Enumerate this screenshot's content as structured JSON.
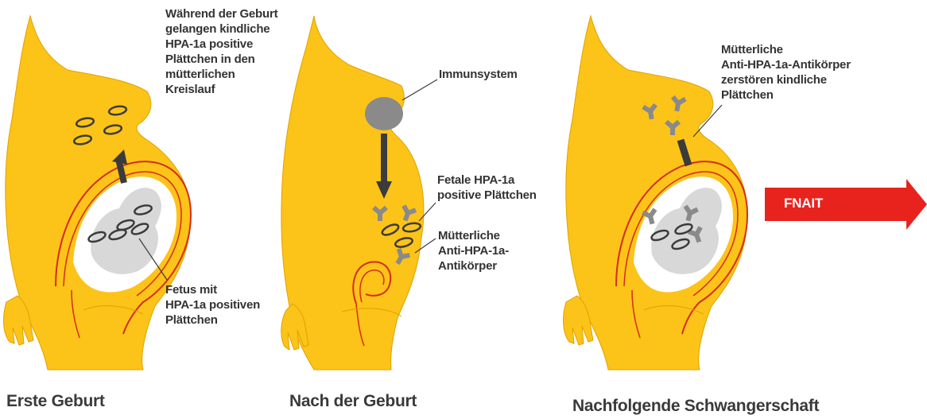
{
  "colors": {
    "body": "#fcc319",
    "body_stroke": "#e0a200",
    "uterus_line": "#d42c1e",
    "platelet": "#3b3b3b",
    "antibody": "#8a8a8a",
    "arrow": "#3b3b3b",
    "fnait_arrow": "#e8231e",
    "fetus": "#d8d8d8"
  },
  "panels": {
    "first": {
      "caption": "Erste Geburt",
      "label_top": [
        "Während der Geburt",
        "gelangen kindliche",
        "HPA-1a positive",
        "Plättchen in den",
        "mütterlichen",
        "Kreislauf"
      ],
      "label_bottom": [
        "Fetus mit",
        "HPA-1a positiven",
        "Plättchen"
      ]
    },
    "second": {
      "caption": "Nach der Geburt",
      "label_immune": "Immunsystem",
      "label_fetal": [
        "Fetale HPA-1a",
        "positive Plättchen"
      ],
      "label_antibodies": [
        "Mütterliche",
        "Anti-HPA-1a-",
        "Antikörper"
      ]
    },
    "third": {
      "caption": "Nachfolgende Schwangerschaft",
      "label_top": [
        "Mütterliche",
        "Anti-HPA-1a-Antikörper",
        "zerstören kindliche",
        "Plättchen"
      ]
    }
  },
  "outcome": {
    "label": "FNAIT",
    "icon": "red-right-arrow-icon"
  }
}
